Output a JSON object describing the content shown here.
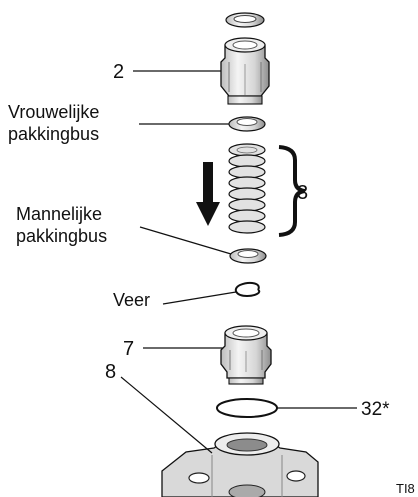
{
  "labels": {
    "item_2": "2",
    "female_gland_line1": "Vrouwelijke",
    "female_gland_line2": "pakkingbus",
    "item_3": "3",
    "male_gland_line1": "Mannelijke",
    "male_gland_line2": "pakkingbus",
    "spring": "Veer",
    "item_7": "7",
    "item_8": "8",
    "item_32": "32*",
    "figure_ref": "TI8"
  },
  "colors": {
    "part_fill": "#e6e6e6",
    "part_dark": "#9a9a9a",
    "outline": "#111111",
    "arrow": "#111111"
  }
}
